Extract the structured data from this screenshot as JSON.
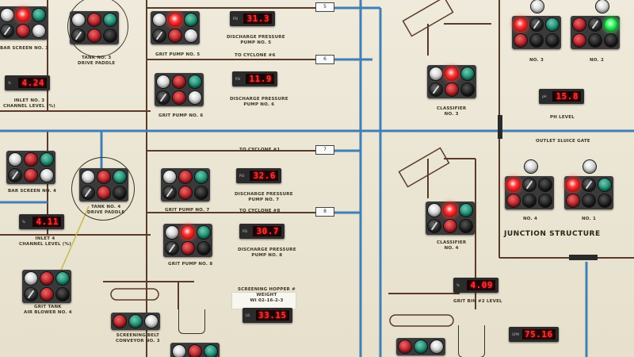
{
  "labels": {
    "bar_screen_3": "BAR SCREEN NO. 3",
    "tank_3_paddle": "TANK NO. 3\nDRIVE PADDLE",
    "grit_pump_5": "GRIT PUMP NO. 5",
    "discharge_pump_5": "DISCHARGE PRESSURE\nPUMP NO. 5",
    "to_cyclone_6": "TO CYCLONE #6",
    "inlet_3": "INLET NO. 3\nCHANNEL LEVEL (%)",
    "grit_pump_6": "GRIT PUMP NO. 6",
    "discharge_pump_6": "DISCHARGE PRESSURE\nPUMP NO. 6",
    "classifier_3": "CLASSIFIER\nNO. 3",
    "no_3_top": "NO. 3",
    "no_2_top": "NO. 2",
    "ph_level": "pH LEVEL",
    "outlet_sluice_gate": "OUTLET SLUICE GATE",
    "to_cyclone_1": "TO CYCLONE #1",
    "bar_screen_4": "BAR SCREEN NO. 4",
    "tank_4_paddle": "TANK NO. 4\nDRIVE PADDLE",
    "grit_pump_7": "GRIT PUMP NO. 7",
    "discharge_pump_7": "DISCHARGE PRESSURE\nPUMP NO. 7",
    "no_4_bottom": "NO. 4",
    "no_1_bottom": "NO. 1",
    "junction_structure": "JUNCTION STRUCTURE",
    "to_cyclone_8": "TO CYCLONE #8",
    "inlet_4": "INLET 4\nCHANNEL LEVEL (%)",
    "grit_pump_8": "GRIT PUMP NO. 8",
    "discharge_pump_8": "DISCHARGE PRESSURE\nPUMP NO. 8",
    "classifier_4": "CLASSIFIER\nNO. 4",
    "grit_tank_blower": "GRIT TANK\nAIR BLOWER NO. 4",
    "screening_hopper_weight": "SCREENING HOPPER #\nWEIGHT\nWI 02-16-2-3",
    "screening_belt": "SCREENING BELT\nCONVEYOR NO. 3",
    "grit_bin_level": "GRIT BIN #2 LEVEL"
  },
  "displays": {
    "inlet_3": "4.24",
    "discharge_5": "31.3",
    "discharge_6": "11.9",
    "ph": "15.8",
    "discharge_7": "32.6",
    "inlet_4": "4.11",
    "discharge_8": "30.7",
    "hopper_weight": "33.15",
    "grit_bin_2": "4.09",
    "bottom_right": "75.16"
  },
  "tags": {
    "t5": "5",
    "t6": "6",
    "t7": "7",
    "t8": "8"
  },
  "colors": {
    "pipe_blue": "#3f7fb6",
    "line_brown": "#5b3a2a",
    "panel": "#e9e4d2"
  }
}
